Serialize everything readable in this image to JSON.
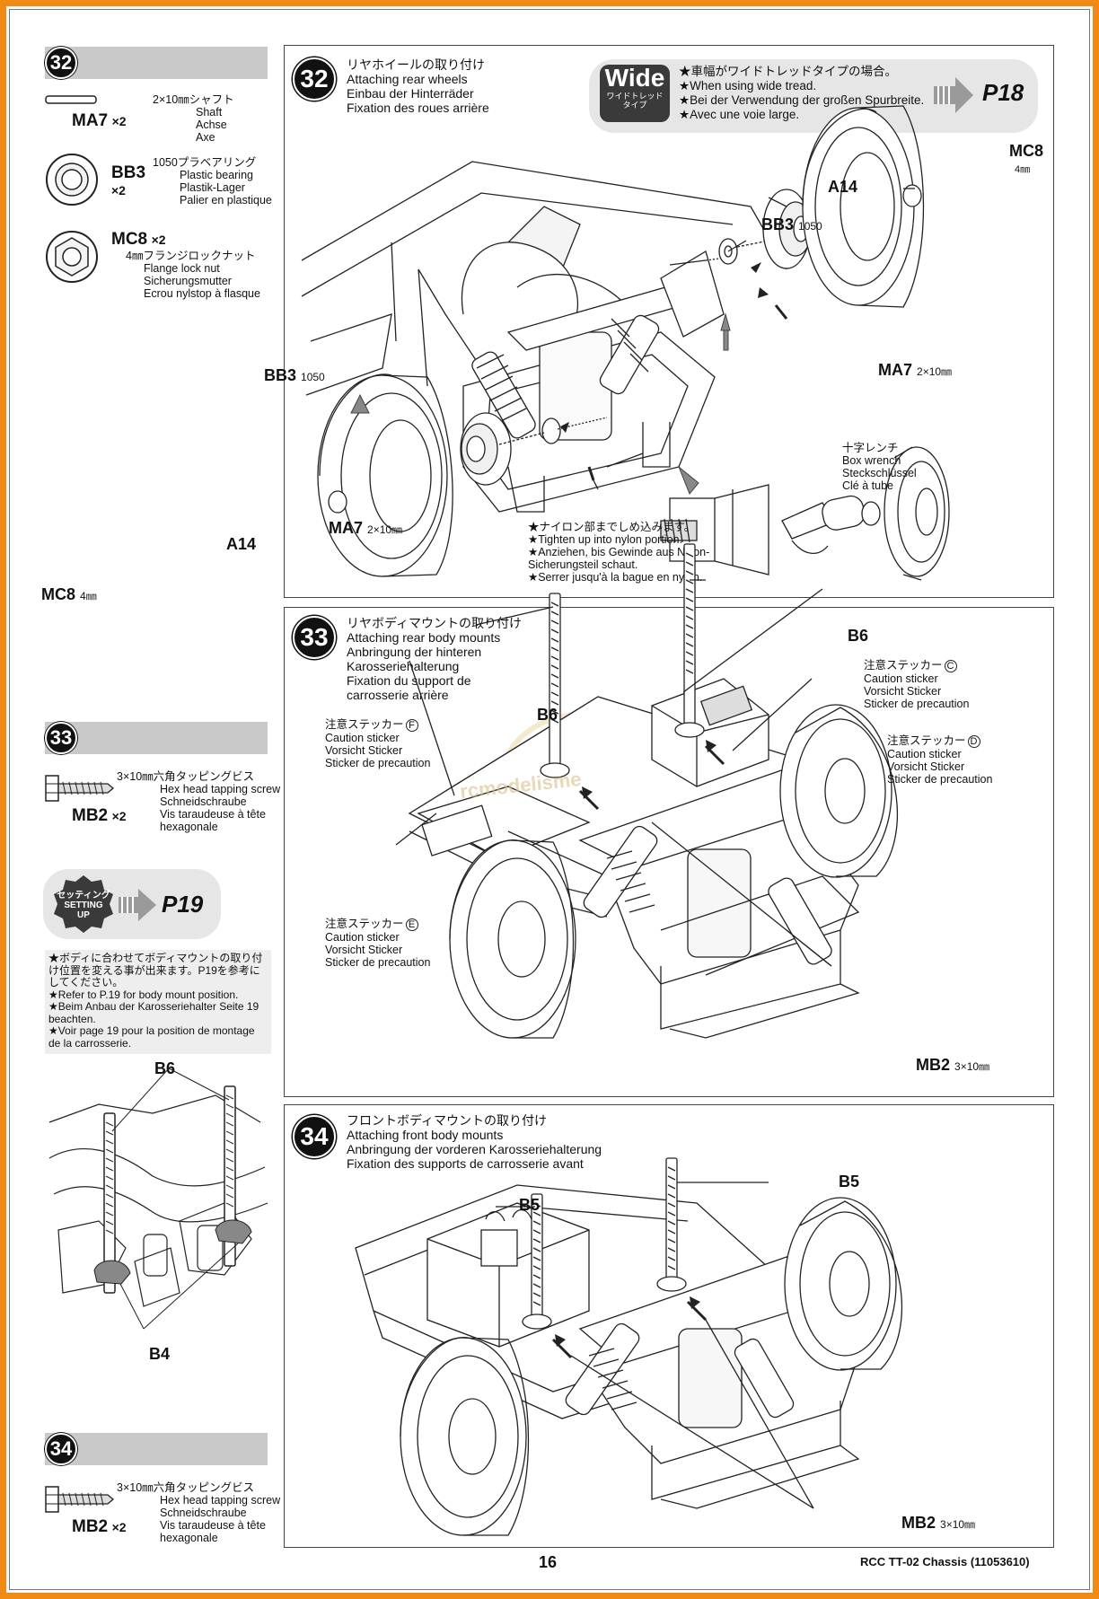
{
  "left": {
    "s32": {
      "num": "32",
      "parts": [
        {
          "code": "MA7",
          "qty": "×2",
          "jp": "2×10㎜シャフト",
          "lines": [
            "Shaft",
            "Achse",
            "Axe"
          ]
        },
        {
          "code": "BB3",
          "qty": "×2",
          "jp": "1050プラベアリング",
          "lines": [
            "Plastic bearing",
            "Plastik-Lager",
            "Palier en plastique"
          ]
        },
        {
          "code": "MC8",
          "qty": "×2",
          "jp": "4㎜フランジロックナット",
          "lines": [
            "Flange lock nut",
            "Sicherungsmutter",
            "Ecrou nylstop à flasque"
          ]
        }
      ]
    },
    "s33": {
      "num": "33",
      "part": {
        "code": "MB2",
        "qty": "×2",
        "jp": "3×10㎜六角タッピングビス",
        "lines": [
          "Hex head tapping screw",
          "Schneidschraube",
          "Vis taraudeuse à tête",
          "hexagonale"
        ]
      },
      "setting": {
        "jp": "セッティング",
        "en1": "SETTING",
        "en2": "UP",
        "page": "P19"
      },
      "notes": [
        "★ボディに合わせてボディマウントの取り付け位置を変える事が出来ます。P19を参考にしてください。",
        "★Refer to P.19 for body mount position.",
        "★Beim Anbau der Karosseriehalter Seite 19 beachten.",
        "★Voir page 19 pour la position de montage de la carrosserie."
      ],
      "labels": {
        "top": "B6",
        "bottom": "B4"
      }
    },
    "s34": {
      "num": "34",
      "part": {
        "code": "MB2",
        "qty": "×2",
        "jp": "3×10㎜六角タッピングビス",
        "lines": [
          "Hex head tapping screw",
          "Schneidschraube",
          "Vis taraudeuse à tête",
          "hexagonale"
        ]
      }
    }
  },
  "p32": {
    "num": "32",
    "title": [
      "リヤホイールの取り付け",
      "Attaching rear wheels",
      "Einbau der Hinterräder",
      "Fixation des roues arrière"
    ],
    "wide": {
      "badge": "Wide",
      "badge_sub": "ワイドトレッド\nタイプ",
      "lines": [
        "★車幅がワイドトレッドタイプの場合。",
        "★When using wide tread.",
        "★Bei der Verwendung der großen Spurbreite.",
        "★Avec une voie large."
      ],
      "page": "P18"
    },
    "labels": {
      "mc8_r": "MC8",
      "mc8_r_size": "4㎜",
      "a14_r": "A14",
      "bb3_r": "BB3",
      "bb3_r_size": "1050",
      "ma7_r": "MA7",
      "ma7_r_size": "2×10㎜",
      "bb3_l": "BB3",
      "bb3_l_size": "1050",
      "ma7_l": "MA7",
      "ma7_l_size": "2×10㎜",
      "a14_l": "A14",
      "mc8_l": "MC8",
      "mc8_l_size": "4㎜"
    },
    "wrench": [
      "十字レンチ",
      "Box wrench",
      "Steckschlüssel",
      "Clé à tube"
    ],
    "nylon": [
      "★ナイロン部までしめ込みます。",
      "★Tighten up into nylon portion.",
      "★Anziehen, bis Gewinde aus Nylon-",
      "Sicherungsteil schaut.",
      "★Serrer jusqu'à la bague en nylon."
    ]
  },
  "p33": {
    "num": "33",
    "title": [
      "リヤボディマウントの取り付け",
      "Attaching rear body mounts",
      "Anbringung der hinteren",
      "Karosseriehalterung",
      "Fixation du support de",
      "carrosserie arrière"
    ],
    "b6a": "B6",
    "b6b": "B6",
    "stickerC": {
      "jp": "注意ステッカー",
      "letter": "C",
      "lines": [
        "Caution sticker",
        "Vorsicht Sticker",
        "Sticker de precaution"
      ]
    },
    "stickerD": {
      "jp": "注意ステッカー",
      "letter": "D",
      "lines": [
        "Caution sticker",
        "Vorsicht Sticker",
        "Sticker de precaution"
      ]
    },
    "stickerF": {
      "jp": "注意ステッカー",
      "letter": "F",
      "lines": [
        "Caution sticker",
        "Vorsicht Sticker",
        "Sticker de precaution"
      ]
    },
    "stickerE": {
      "jp": "注意ステッカー",
      "letter": "E",
      "lines": [
        "Caution sticker",
        "Vorsicht Sticker",
        "Sticker de precaution"
      ]
    },
    "mb2": "MB2",
    "mb2_size": "3×10㎜",
    "watermark": "rcmodelisme"
  },
  "p34": {
    "num": "34",
    "title": [
      "フロントボディマウントの取り付け",
      "Attaching front body mounts",
      "Anbringung der vorderen Karosseriehalterung",
      "Fixation des supports de carrosserie avant"
    ],
    "b5a": "B5",
    "b5b": "B5",
    "mb2": "MB2",
    "mb2_size": "3×10㎜"
  },
  "footer": {
    "page": "16",
    "title": "RCC TT-02 Chassis (11053610)"
  }
}
